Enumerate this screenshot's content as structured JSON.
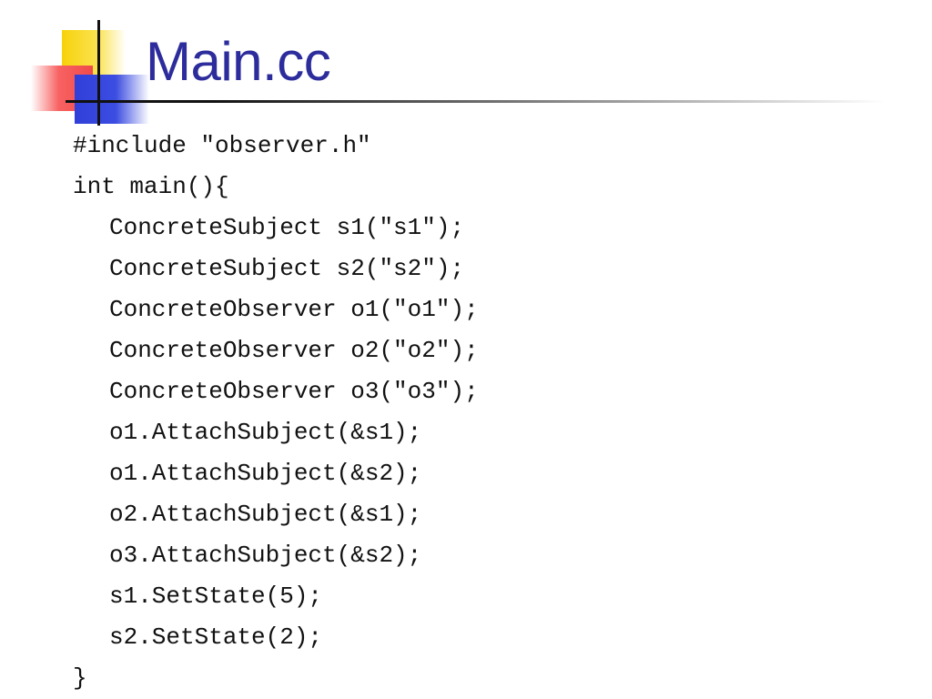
{
  "slide": {
    "title": "Main.cc",
    "code_lines": [
      {
        "text": "#include \"observer.h\"",
        "indent": 0
      },
      {
        "text": "int main(){",
        "indent": 0
      },
      {
        "text": "ConcreteSubject s1(\"s1\");",
        "indent": 1
      },
      {
        "text": "ConcreteSubject s2(\"s2\");",
        "indent": 1
      },
      {
        "text": "ConcreteObserver o1(\"o1\");",
        "indent": 1
      },
      {
        "text": "ConcreteObserver o2(\"o2\");",
        "indent": 1
      },
      {
        "text": "ConcreteObserver o3(\"o3\");",
        "indent": 1
      },
      {
        "text": "o1.AttachSubject(&s1);",
        "indent": 1
      },
      {
        "text": "o1.AttachSubject(&s2);",
        "indent": 1
      },
      {
        "text": "o2.AttachSubject(&s1);",
        "indent": 1
      },
      {
        "text": "o3.AttachSubject(&s2);",
        "indent": 1
      },
      {
        "text": "s1.SetState(5);",
        "indent": 1
      },
      {
        "text": "s2.SetState(2);",
        "indent": 1
      },
      {
        "text": "}",
        "indent": 0
      }
    ]
  },
  "colors": {
    "title": "#2c2c9c",
    "logo_yellow": "#f7d20a",
    "logo_red": "#f04a4a",
    "logo_blue": "#2f3fd8",
    "rule": "#111111"
  }
}
